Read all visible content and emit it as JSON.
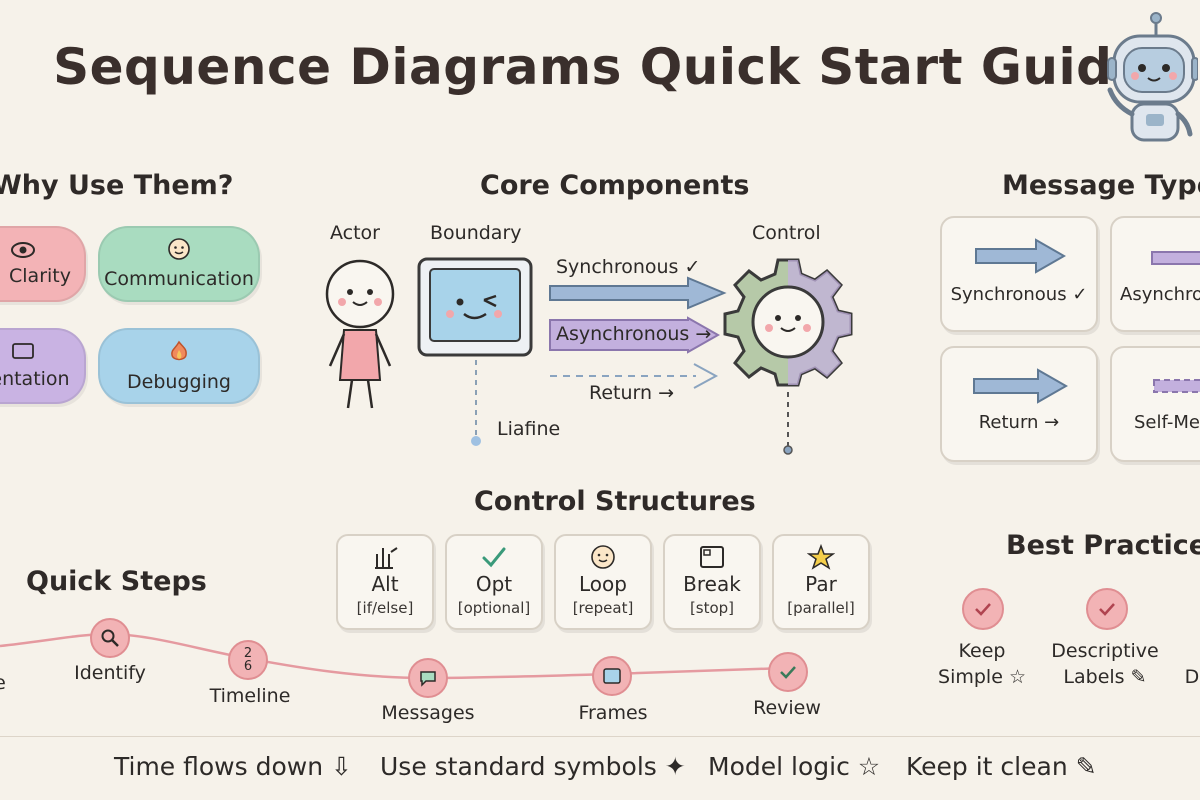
{
  "title": "Sequence Diagrams Quick Start Guide",
  "why": {
    "heading": "Why Use Them?",
    "items": [
      {
        "label": "Clarity",
        "icon": "eye-icon",
        "color": "#f3b3b6"
      },
      {
        "label": "Communication",
        "icon": "smile-bubble-icon",
        "color": "#a9dcc0"
      },
      {
        "label": "entation",
        "icon": "document-icon",
        "color": "#c9b3e3"
      },
      {
        "label": "Debugging",
        "icon": "bug-icon",
        "color": "#a8d3ea"
      }
    ]
  },
  "core": {
    "heading": "Core Components",
    "actor": "Actor",
    "boundary": "Boundary",
    "control": "Control",
    "lifeline": "Liafine",
    "messages": {
      "sync": "Synchronous ✓",
      "async": "Asynchronous →",
      "ret": "Return →"
    }
  },
  "message_types": {
    "heading": "Message Types",
    "items": [
      "Synchronous ✓",
      "Asynchron",
      "Return →",
      "Self-Mes"
    ]
  },
  "control_structures": {
    "heading": "Control Structures",
    "items": [
      {
        "name": "Alt",
        "sub": "[if/else]",
        "icon": "fork-icon"
      },
      {
        "name": "Opt",
        "sub": "[optional]",
        "icon": "check-icon"
      },
      {
        "name": "Loop",
        "sub": "[repeat]",
        "icon": "loop-icon"
      },
      {
        "name": "Break",
        "sub": "[stop]",
        "icon": "break-icon"
      },
      {
        "name": "Par",
        "sub": "[parallel]",
        "icon": "star-icon"
      }
    ]
  },
  "quick_steps": {
    "heading": "Quick Steps",
    "steps": [
      {
        "label": "e",
        "icon": ""
      },
      {
        "label": "Identify",
        "icon": "🔍"
      },
      {
        "label": "Timeline",
        "icon": "2 6"
      },
      {
        "label": "Messages",
        "icon": "💬"
      },
      {
        "label": "Frames",
        "icon": "⧉"
      },
      {
        "label": "Review",
        "icon": "✓"
      }
    ]
  },
  "best_practices": {
    "heading": "Best Practices",
    "items": [
      {
        "line1": "Keep",
        "line2": "Simple ☆"
      },
      {
        "line1": "Descriptive",
        "line2": "Labels ✎"
      },
      {
        "line1": "",
        "line2": "D"
      }
    ]
  },
  "footer": [
    {
      "text": "Time flows down ⇩"
    },
    {
      "text": "Use standard symbols ✦"
    },
    {
      "text": "Model logic ☆"
    },
    {
      "text": "Keep it clean ✎"
    }
  ],
  "colors": {
    "pink": "#f2b3b5",
    "green": "#a9dcc0",
    "purple": "#c9b3e3",
    "blue": "#a8d3ea",
    "arrow_blue": "#9fb8d6",
    "arrow_purple": "#c3b0de"
  }
}
